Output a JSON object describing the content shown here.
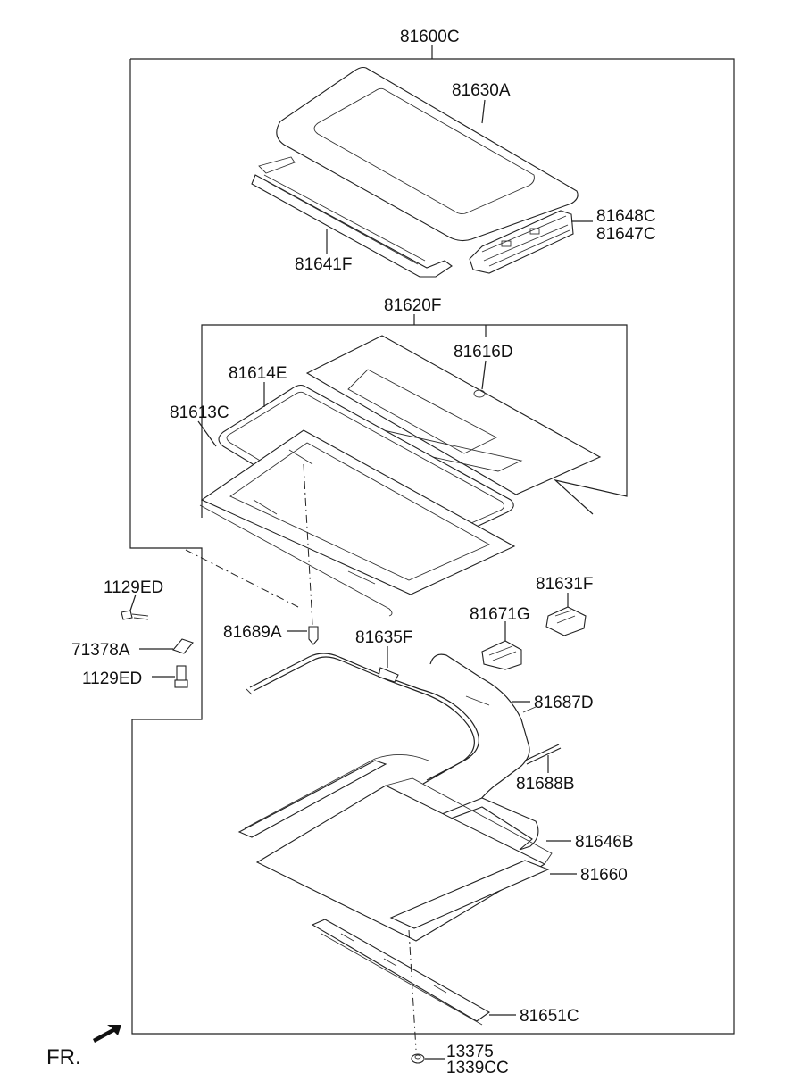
{
  "labels": {
    "assembly": "81600C",
    "glass_panel": "81630A",
    "deflector": "81641F",
    "bracket_upper": "81648C",
    "bracket_lower": "81647C",
    "frame_assembly": "81620F",
    "glass_inner": "81616D",
    "weatherstrip_inner": "81614E",
    "weatherstrip_outer": "81613C",
    "bolt_upper": "1129ED",
    "clip": "71378A",
    "bolt_lower": "1129ED",
    "drain_hose_plug": "81689A",
    "cable_assembly": "81635F",
    "motor_unit": "81671G",
    "control_module": "81631F",
    "wiring": "81687D",
    "hose": "81688B",
    "guide_rail": "81646B",
    "sunshade": "81660",
    "lower_rail": "81651C",
    "nut_a": "13375",
    "nut_b": "1339CC",
    "front_indicator": "FR."
  }
}
